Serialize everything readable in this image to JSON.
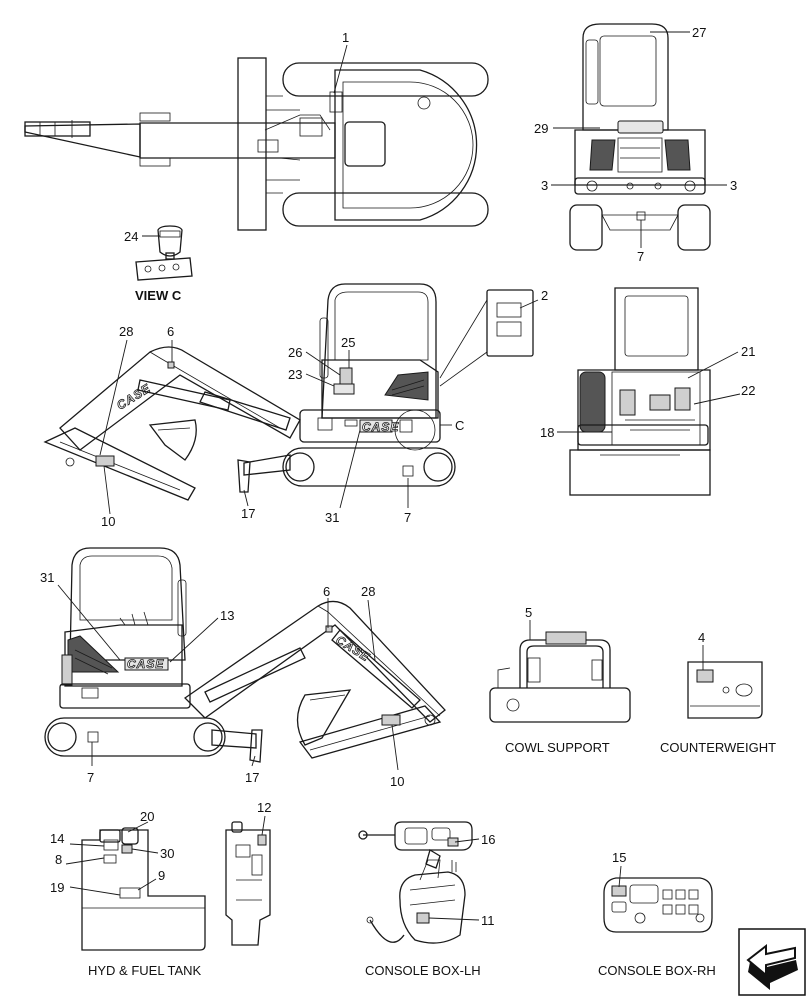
{
  "brand": "CASE",
  "captions": {
    "view_c": "VIEW C",
    "cowl_support": "COWL SUPPORT",
    "counterweight": "COUNTERWEIGHT",
    "hyd_fuel_tank": "HYD & FUEL TANK",
    "console_lh": "CONSOLE BOX-LH",
    "console_rh": "CONSOLE BOX-RH"
  },
  "callouts": {
    "c1": "1",
    "c27": "27",
    "c29": "29",
    "c3a": "3",
    "c3b": "3",
    "c7a": "7",
    "c24": "24",
    "c2": "2",
    "c28a": "28",
    "c6a": "6",
    "c26": "26",
    "c25": "25",
    "c23": "23",
    "cC": "C",
    "c21": "21",
    "c22": "22",
    "c18": "18",
    "c10a": "10",
    "c17a": "17",
    "c31a": "31",
    "c7b": "7",
    "c31b": "31",
    "c13": "13",
    "c6b": "6",
    "c28b": "28",
    "c5": "5",
    "c4": "4",
    "c7c": "7",
    "c17b": "17",
    "c10b": "10",
    "c20": "20",
    "c12": "12",
    "c14": "14",
    "c8": "8",
    "c30": "30",
    "c9": "9",
    "c19": "19",
    "c16": "16",
    "c15": "15",
    "c11": "11"
  }
}
